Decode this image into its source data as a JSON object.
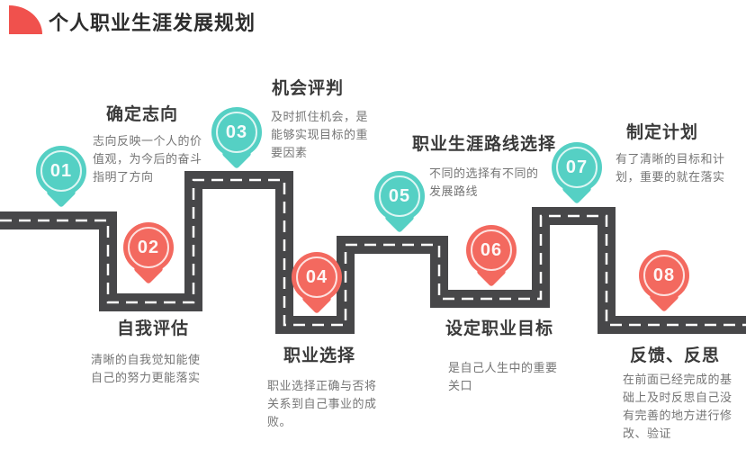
{
  "header": {
    "title": "个人职业生涯发展规划",
    "logo_icon": "quarter-circle-logo"
  },
  "colors": {
    "teal": "#55d0c4",
    "coral": "#f3695f",
    "road": "#474749",
    "dash": "#ffffff",
    "logo": "#f0514d",
    "heading": "#2d2d2d",
    "step-title": "#3a3a3a",
    "body": "#757575"
  },
  "steps": [
    {
      "num": "01",
      "color": "teal",
      "title": "确定志向",
      "desc": "志向反映一个人的价值观，为今后的奋斗指明了方向"
    },
    {
      "num": "02",
      "color": "coral",
      "title": "自我评估",
      "desc": "清晰的自我觉知能使自己的努力更能落实"
    },
    {
      "num": "03",
      "color": "teal",
      "title": "机会评判",
      "desc": "及时抓住机会，是能够实现目标的重要因素"
    },
    {
      "num": "04",
      "color": "coral",
      "title": "职业选择",
      "desc": "职业选择正确与否将关系到自己事业的成败。"
    },
    {
      "num": "05",
      "color": "teal",
      "title": "职业生涯路线选择",
      "desc": "不同的选择有不同的发展路线"
    },
    {
      "num": "06",
      "color": "coral",
      "title": "设定职业目标",
      "desc": "是自己人生中的重要关口"
    },
    {
      "num": "07",
      "color": "teal",
      "title": "制定计划",
      "desc": "有了清晰的目标和计划，重要的就在落实"
    },
    {
      "num": "08",
      "color": "coral",
      "title": "反馈、反思",
      "desc": "在前面已经完成的基础上及时反思自己没有完善的地方进行修改、验证"
    }
  ]
}
